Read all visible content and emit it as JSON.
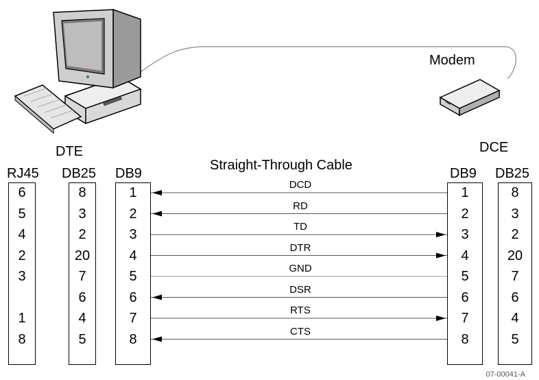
{
  "labels": {
    "dte": "DTE",
    "dce": "DCE",
    "modem": "Modem",
    "cable": "Straight-Through Cable",
    "figure_id": "07-00041-A"
  },
  "columns": {
    "rj45": {
      "header": "RJ45",
      "pins": [
        "6",
        "5",
        "4",
        "2",
        "3",
        "",
        "1",
        "8"
      ]
    },
    "dte_db25": {
      "header": "DB25",
      "pins": [
        "8",
        "3",
        "2",
        "20",
        "7",
        "6",
        "4",
        "5"
      ]
    },
    "dte_db9": {
      "header": "DB9",
      "pins": [
        "1",
        "2",
        "3",
        "4",
        "5",
        "6",
        "7",
        "8"
      ]
    },
    "dce_db9": {
      "header": "DB9",
      "pins": [
        "1",
        "2",
        "3",
        "4",
        "5",
        "6",
        "7",
        "8"
      ]
    },
    "dce_db25": {
      "header": "DB25",
      "pins": [
        "8",
        "3",
        "2",
        "20",
        "7",
        "6",
        "4",
        "5"
      ]
    }
  },
  "signals": [
    {
      "name": "DCD",
      "direction": "to-dte"
    },
    {
      "name": "RD",
      "direction": "to-dte"
    },
    {
      "name": "TD",
      "direction": "to-dce"
    },
    {
      "name": "DTR",
      "direction": "to-dce"
    },
    {
      "name": "GND",
      "direction": "none"
    },
    {
      "name": "DSR",
      "direction": "to-dte"
    },
    {
      "name": "RTS",
      "direction": "to-dce"
    },
    {
      "name": "CTS",
      "direction": "to-dte"
    }
  ]
}
